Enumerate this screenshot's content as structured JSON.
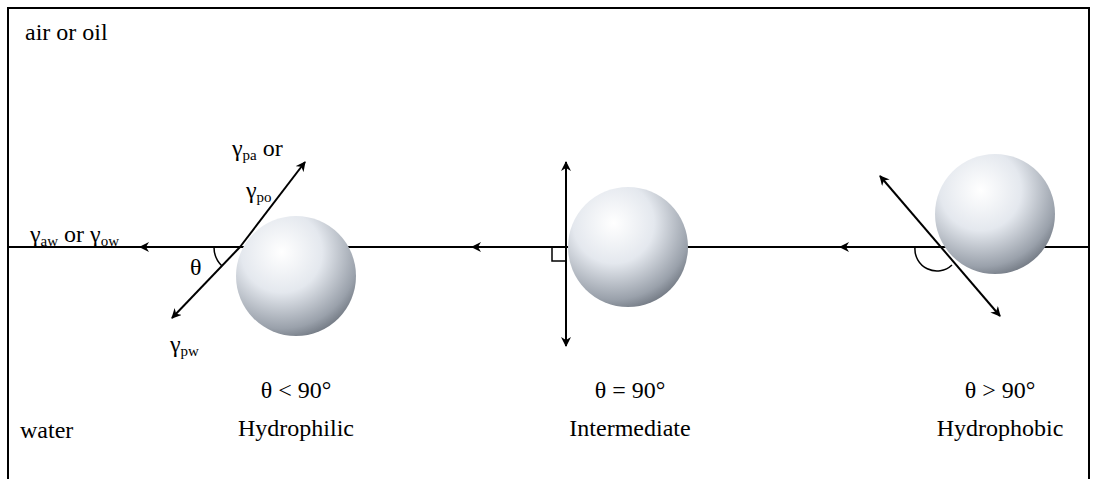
{
  "diagram": {
    "labels": [
      "air or oil",
      "γaw or γow",
      "γpa or",
      "γpo",
      "θ",
      "γpw",
      "θ < 90°",
      "Hydrophilic",
      "θ = 90°",
      "Intermediate",
      "θ > 90°",
      "Hydrophobic",
      "water"
    ]
  }
}
